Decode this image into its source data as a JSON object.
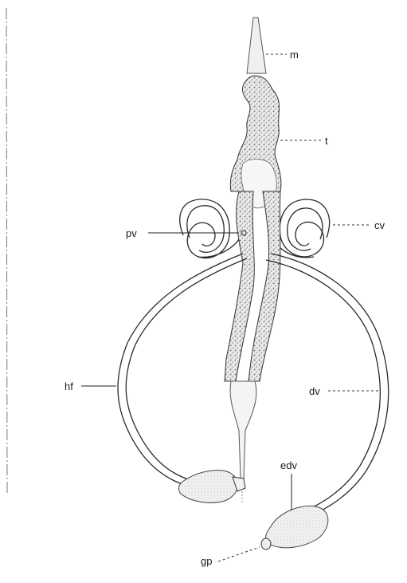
{
  "labels": {
    "m": "m",
    "t": "t",
    "cv": "cv",
    "pv": "pv",
    "hf": "hf",
    "dv": "dv",
    "edv": "edv",
    "gp": "gp"
  }
}
